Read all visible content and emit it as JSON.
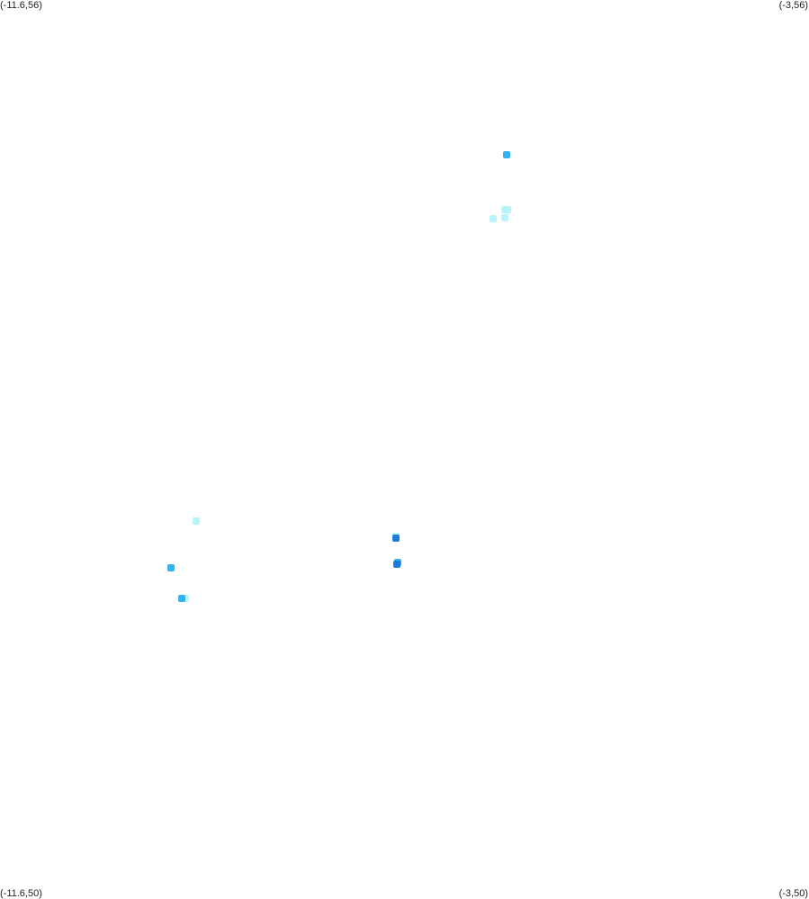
{
  "bounds": {
    "lon_min": -11.6,
    "lon_max": -3,
    "lat_min": 50,
    "lat_max": 56
  },
  "corner_labels": {
    "top_left": "(-11.6,56)",
    "top_right": "(-3,56)",
    "bottom_left": "(-11.6,50)",
    "bottom_right": "(-3,50)"
  },
  "colors": {
    "background": "#ffffff",
    "light": "#b0f4fb",
    "medium": "#29aef0",
    "dark": "#1976d8"
  },
  "points": [
    {
      "lon": -6.216,
      "lat": 54.968,
      "shade": "medium"
    },
    {
      "lon": -6.234,
      "lat": 54.598,
      "shade": "light"
    },
    {
      "lon": -6.203,
      "lat": 54.598,
      "shade": "light"
    },
    {
      "lon": -6.232,
      "lat": 54.545,
      "shade": "light"
    },
    {
      "lon": -6.362,
      "lat": 54.538,
      "shade": "light"
    },
    {
      "lon": -9.516,
      "lat": 52.522,
      "shade": "light"
    },
    {
      "lon": -7.396,
      "lat": 52.418,
      "shade": "light"
    },
    {
      "lon": -7.394,
      "lat": 52.408,
      "shade": "dark"
    },
    {
      "lon": -7.369,
      "lat": 52.245,
      "shade": "medium"
    },
    {
      "lon": -7.382,
      "lat": 52.235,
      "shade": "dark"
    },
    {
      "lon": -9.781,
      "lat": 52.208,
      "shade": "medium"
    },
    {
      "lon": -9.634,
      "lat": 52.006,
      "shade": "light"
    },
    {
      "lon": -9.671,
      "lat": 52.006,
      "shade": "medium"
    }
  ]
}
